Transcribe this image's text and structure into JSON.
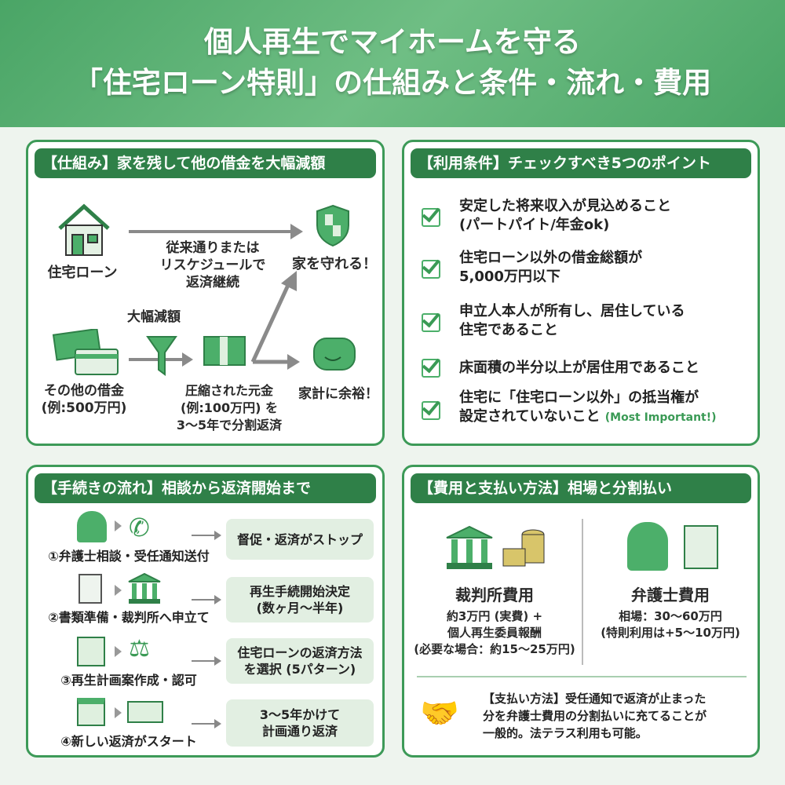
{
  "title": {
    "line1": "個人再生でマイホームを守る",
    "line2": "「住宅ローン特則」の仕組みと条件・流れ・費用"
  },
  "colors": {
    "primary": "#2f8048",
    "accent": "#4caf6a",
    "box": "#e2efe2",
    "coin": "#d8c56a"
  },
  "mechanism": {
    "header": "【仕組み】家を残して他の借金を大幅減額",
    "house_label": "住宅ローン",
    "continue_text": [
      "従来通りまたは",
      "リスケジュールで",
      "返済継続"
    ],
    "protect": "家を守れる！",
    "reduce": "大幅減額",
    "other_debt": [
      "その他の借金",
      "(例:500万円)"
    ],
    "compressed": [
      "圧縮された元金",
      "(例:100万円) を",
      "3〜5年で分割返済"
    ],
    "surplus": "家計に余裕！"
  },
  "conditions": {
    "header": "【利用条件】チェックすべき5つのポイント",
    "items": [
      [
        "安定した将来収入が見込めること",
        "(パートパイト/年金ok)"
      ],
      [
        "住宅ローン以外の借金総額が",
        "5,000万円以下"
      ],
      [
        "申立人本人が所有し、居住している",
        "住宅であること"
      ],
      [
        "床面積の半分以上が居住用であること",
        ""
      ],
      [
        "住宅に「住宅ローン以外」の抵当権が",
        "設定されていないこと"
      ]
    ],
    "note": "(Most Important!)"
  },
  "flow": {
    "header": "【手続きの流れ】相談から返済開始まで",
    "steps": [
      {
        "label": "①弁護士相談・受任通知送付",
        "result": [
          "督促・返済がストップ",
          ""
        ],
        "icons": [
          "lawyer-icon",
          "phone-icon"
        ]
      },
      {
        "label": "②書類準備・裁判所へ申立て",
        "result": [
          "再生手続開始決定",
          "(数ヶ月〜半年)"
        ],
        "icons": [
          "document-icon",
          "courthouse-icon"
        ]
      },
      {
        "label": "③再生計画案作成・認可",
        "result": [
          "住宅ローンの返済方法",
          "を選択 (5パターン)"
        ],
        "icons": [
          "blueprint-icon",
          "gavel-icon"
        ]
      },
      {
        "label": "④新しい返済がスタート",
        "result": [
          "3〜5年かけて",
          "計画通り返済"
        ],
        "icons": [
          "calendar-icon",
          "money-icon"
        ]
      }
    ]
  },
  "costs": {
    "header": "【費用と支払い方法】相場と分割払い",
    "court": {
      "title": "裁判所費用",
      "lines": [
        "約3万円 (実費) +",
        "個人再生委員報酬",
        "(必要な場合：約15〜25万円)"
      ]
    },
    "lawyer": {
      "title": "弁護士費用",
      "lines": [
        "相場：30〜60万円",
        "(特則利用は+5〜10万円)"
      ]
    },
    "payment": [
      "【支払い方法】受任通知で返済が止まった",
      "分を弁護士費用の分割払いに充てることが",
      "一般的。法テラス利用も可能。"
    ]
  }
}
